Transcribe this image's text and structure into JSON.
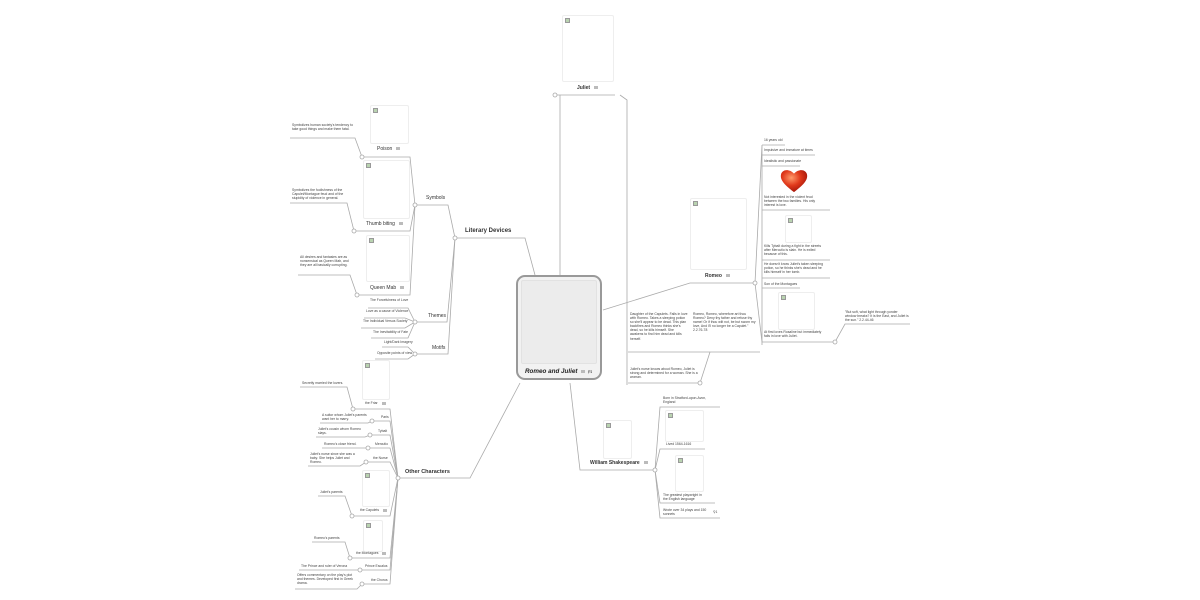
{
  "central": {
    "title": "Romeo and Juliet",
    "link_count": "1"
  },
  "juliet": {
    "label": "Juliet",
    "notes": [
      "Daughter of the Capulets. Falls in love with Romeo. Takes a sleeping potion so she'll appear to be dead. This plan backfires and Romeo thinks she's dead, so he kills himself. She awakens to find him dead and kills herself.",
      "Romeo, Romeo, wherefore art thou Romeo? Deny thy father and refuse thy name! Or if thou wilt not, be but sworn my love, And I'll no longer be a Capulet.\" 2.2.76-78",
      "Juliet's nurse knows about Romeo, Juliet is strong and determined for a woman. She is a woman."
    ]
  },
  "literary_devices": {
    "label": "Literary Devices",
    "symbols": {
      "label": "Symbols",
      "items": [
        {
          "label": "Poison",
          "note": "Symbolizes human society's tendency to take good things and make them fatal."
        },
        {
          "label": "Thumb biting",
          "note": "Symbolizes the foolishness of the Capulet/Montague feud and of the stupidity of violence in general."
        },
        {
          "label": "Queen Mab",
          "note": "All desires and fantasies are as nonsensical as Queen Mab, and they are all basically corrupting."
        }
      ]
    },
    "themes": {
      "label": "Themes",
      "items": [
        "The Forcefulness of Love",
        "Love as a cause of Violence",
        "The Individual Versus Society",
        "The Inevitability of Fate"
      ]
    },
    "motifs": {
      "label": "Motifs",
      "items": [
        "Light/Dark Imagery",
        "Opposite points of view"
      ]
    }
  },
  "other_characters": {
    "label": "Other Characters",
    "items": [
      {
        "label": "the Friar",
        "note": "Secretly married the lovers."
      },
      {
        "label": "Paris",
        "note": "A suitor whom Juliet's parents want her to marry."
      },
      {
        "label": "Tybalt",
        "note": "Juliet's cousin whom Romeo slays."
      },
      {
        "label": "Mercutio",
        "note": "Romeo's close friend."
      },
      {
        "label": "the Nurse",
        "note": "Juliet's nurse since she was a baby. She helps Juliet and Romeo."
      },
      {
        "label": "the Capulets",
        "note": "Juliet's parents"
      },
      {
        "label": "the Montagues",
        "note": "Romeo's parents"
      },
      {
        "label": "Prince Escalus",
        "note": "The Prince and ruler of Verona"
      },
      {
        "label": "the Chorus",
        "note": "Offers commentary on the play's plot and themes. Developed first in Greek drama."
      }
    ]
  },
  "romeo": {
    "label": "Romeo",
    "items": [
      "16 years old",
      "Impulsive and immature at times",
      "Idealistic and passionate",
      "Not interested in the violent feud between the two families. His only interest is love.",
      "Kills Tybalt during a fight in the streets after Mercutio is slain. He is exiled because of this.",
      "He doesn't know Juliet's taken sleeping potion, so he thinks she's dead and he kills himself in her tomb.",
      "Son of the Montagues",
      "At first loves Rosaline but immediately falls in love with Juliet."
    ],
    "quote": "\"But soft, what light through yonder window breaks? It is the East, and Juliet is the sun.\" 2.2.44-46"
  },
  "shakespeare": {
    "label": "William Shakespeare",
    "items": [
      "Born in Stratford-upon-Avon, England",
      "Lived 1564-1616",
      "The greatest playwright in the English language",
      "Wrote over 34 plays and 150 sonnets"
    ],
    "link_count": "1"
  },
  "colors": {
    "line": "#aaaaaa",
    "central_border": "#999999"
  }
}
